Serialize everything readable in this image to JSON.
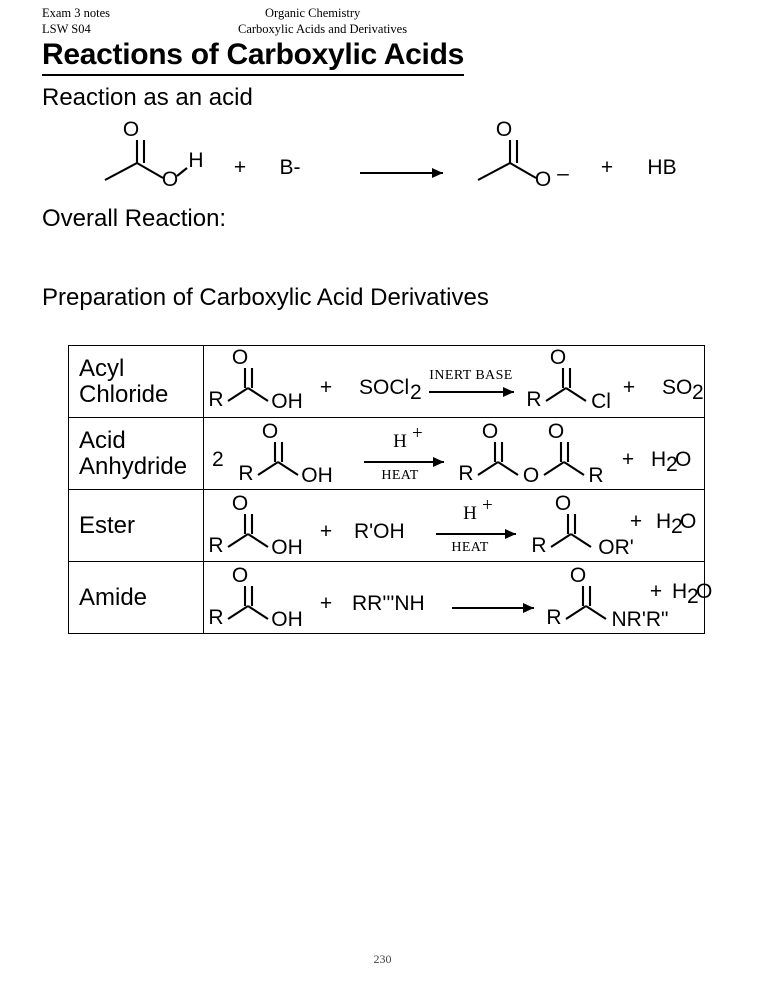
{
  "header": {
    "left_line1": "Exam 3 notes",
    "left_line2": "LSW S04",
    "center_line1": "Organic Chemistry",
    "center_line2": "Carboxylic Acids and Derivatives"
  },
  "title": "Reactions of Carboxylic Acids",
  "sections": {
    "reaction_as_acid": "Reaction as an acid",
    "overall_reaction": "Overall Reaction:",
    "preparation": "Preparation of Carboxylic Acid Derivatives"
  },
  "acid_reaction": {
    "reactant_structure": {
      "carbonyl_o": "O",
      "hydroxyl_o": "O",
      "hydrogen": "H"
    },
    "plus1": "+",
    "base": "B-",
    "arrow": "reaction-arrow",
    "product_structure": {
      "carbonyl_o": "O",
      "anionic_o": "O",
      "charge": "–"
    },
    "plus2": "+",
    "conjugate_acid": "HB"
  },
  "table": {
    "rows": [
      {
        "name": "Acyl Chloride",
        "name_lines": [
          "Acyl",
          "Chloride"
        ],
        "coefficient": "",
        "reactant_r": "R",
        "reactant_o": "O",
        "reactant_oh": "OH",
        "plus_left": "+",
        "reagent": "SOCl2",
        "reagent_text": "SOCl",
        "reagent_sub": "2",
        "arrow_above": "INERT BASE",
        "arrow_below": "",
        "product_r": "R",
        "product_o": "O",
        "product_group": "Cl",
        "plus_right": "+",
        "byproduct_text": "SO",
        "byproduct_sub": "2"
      },
      {
        "name": "Acid Anhydride",
        "name_lines": [
          "Acid",
          "Anhydride"
        ],
        "coefficient": "2",
        "reactant_r": "R",
        "reactant_o": "O",
        "reactant_oh": "OH",
        "plus_left": "",
        "reagent": "",
        "reagent_text": "",
        "reagent_sub": "",
        "arrow_above": "H",
        "arrow_above_sup": "+",
        "arrow_below": "HEAT",
        "product_r": "R",
        "product_o": "O",
        "product_bridge": "O",
        "product_o2": "O",
        "product_r2": "R",
        "plus_right": "+",
        "byproduct_text": "H",
        "byproduct_sub": "2",
        "byproduct_tail": "O"
      },
      {
        "name": "Ester",
        "name_lines": [
          "Ester"
        ],
        "coefficient": "",
        "reactant_r": "R",
        "reactant_o": "O",
        "reactant_oh": "OH",
        "plus_left": "+",
        "reagent": "R'OH",
        "reagent_text": "R'OH",
        "reagent_sub": "",
        "arrow_above": "H",
        "arrow_above_sup": "+",
        "arrow_below": "HEAT",
        "product_r": "R",
        "product_o": "O",
        "product_group": "OR'",
        "plus_right": "+",
        "byproduct_text": "H",
        "byproduct_sub": "2",
        "byproduct_tail": "O"
      },
      {
        "name": "Amide",
        "name_lines": [
          "Amide"
        ],
        "coefficient": "",
        "reactant_r": "R",
        "reactant_o": "O",
        "reactant_oh": "OH",
        "plus_left": "+",
        "reagent": "RR'''NH",
        "reagent_text": "RR'''NH",
        "reagent_sub": "",
        "arrow_above": "",
        "arrow_below": "",
        "product_r": "R",
        "product_o": "O",
        "product_group": "NR'R\"",
        "plus_right": "+",
        "byproduct_text": "H",
        "byproduct_sub": "2",
        "byproduct_tail": "O"
      }
    ]
  },
  "page_number": "230"
}
